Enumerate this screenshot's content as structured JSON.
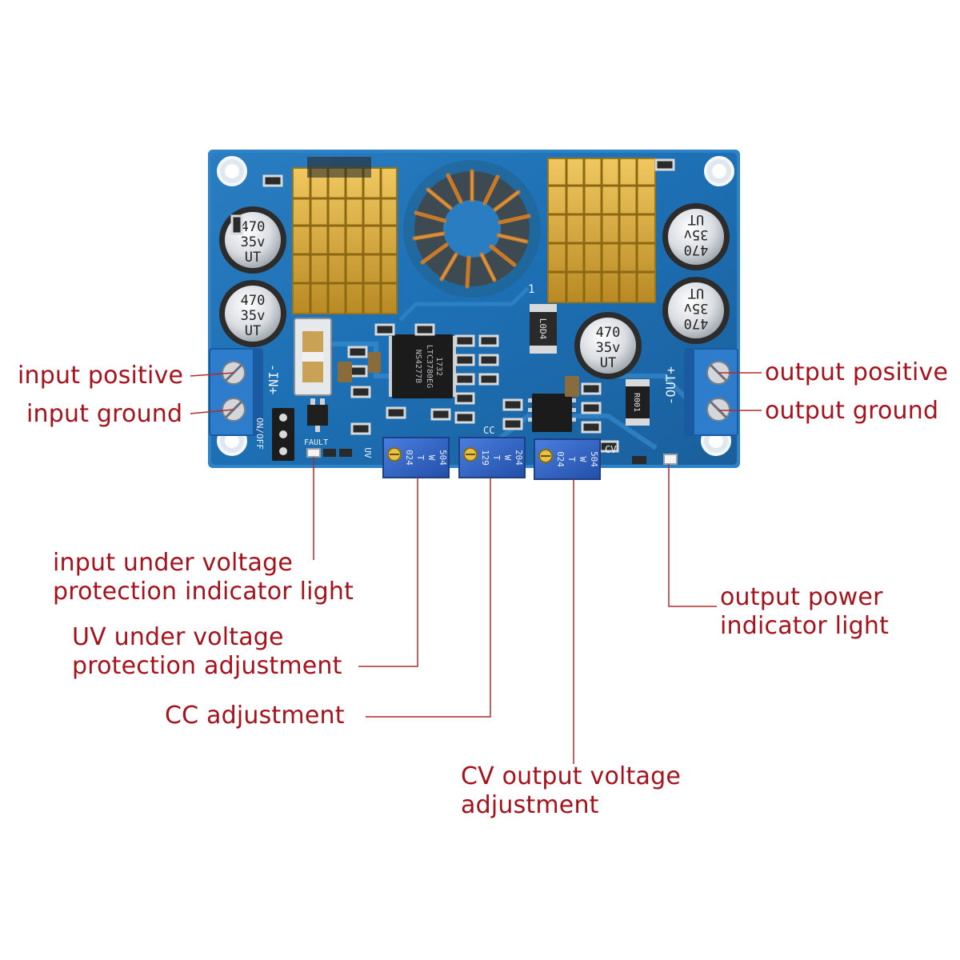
{
  "callouts": {
    "input_positive": "input positive",
    "input_ground": "input ground",
    "output_positive": "output positive",
    "output_ground": "output ground",
    "input_uv_indicator": [
      "input under voltage",
      "protection indicator light"
    ],
    "uv_adjustment": [
      "UV under voltage",
      "protection adjustment"
    ],
    "cc_adjustment": "CC adjustment",
    "cv_adjustment": [
      "CV output voltage",
      "adjustment"
    ],
    "output_power_indicator": [
      "output power",
      "indicator light"
    ]
  },
  "board": {
    "in_label": "-IN+",
    "out_label": "-OUT+",
    "on_off_label": "ON/OFF",
    "fault_label": "FAULT",
    "cc_label": "CC",
    "cv_label": "CV",
    "uv_label": "UV",
    "pin1_label": "1",
    "chip_marking": [
      "LTC3780EG",
      "NS4277B",
      "1732"
    ],
    "inductor_marking": "L0D4",
    "sense_resistor_marking": "R001",
    "capacitors": [
      {
        "lines": [
          "470",
          "35v",
          "UT"
        ]
      },
      {
        "lines": [
          "470",
          "35v",
          "UT"
        ]
      },
      {
        "lines": [
          "470",
          "35v",
          "UT"
        ]
      },
      {
        "lines": [
          "470",
          "35v",
          "UT"
        ]
      },
      {
        "lines": [
          "470",
          "35v",
          "UT"
        ]
      }
    ],
    "potentiometers": [
      {
        "lines": [
          "504",
          "W",
          "T",
          "024"
        ]
      },
      {
        "lines": [
          "204",
          "W",
          "T",
          "129"
        ]
      },
      {
        "lines": [
          "504",
          "W",
          "T",
          "024"
        ]
      }
    ]
  },
  "colors": {
    "pcb": "#1d6fb3",
    "heatsink": "#d8aa3c",
    "coil": "#c87a2a",
    "callout_text": "#a5121b",
    "leader_line": "#b22b2b",
    "trimmer": "#2f62c8"
  }
}
